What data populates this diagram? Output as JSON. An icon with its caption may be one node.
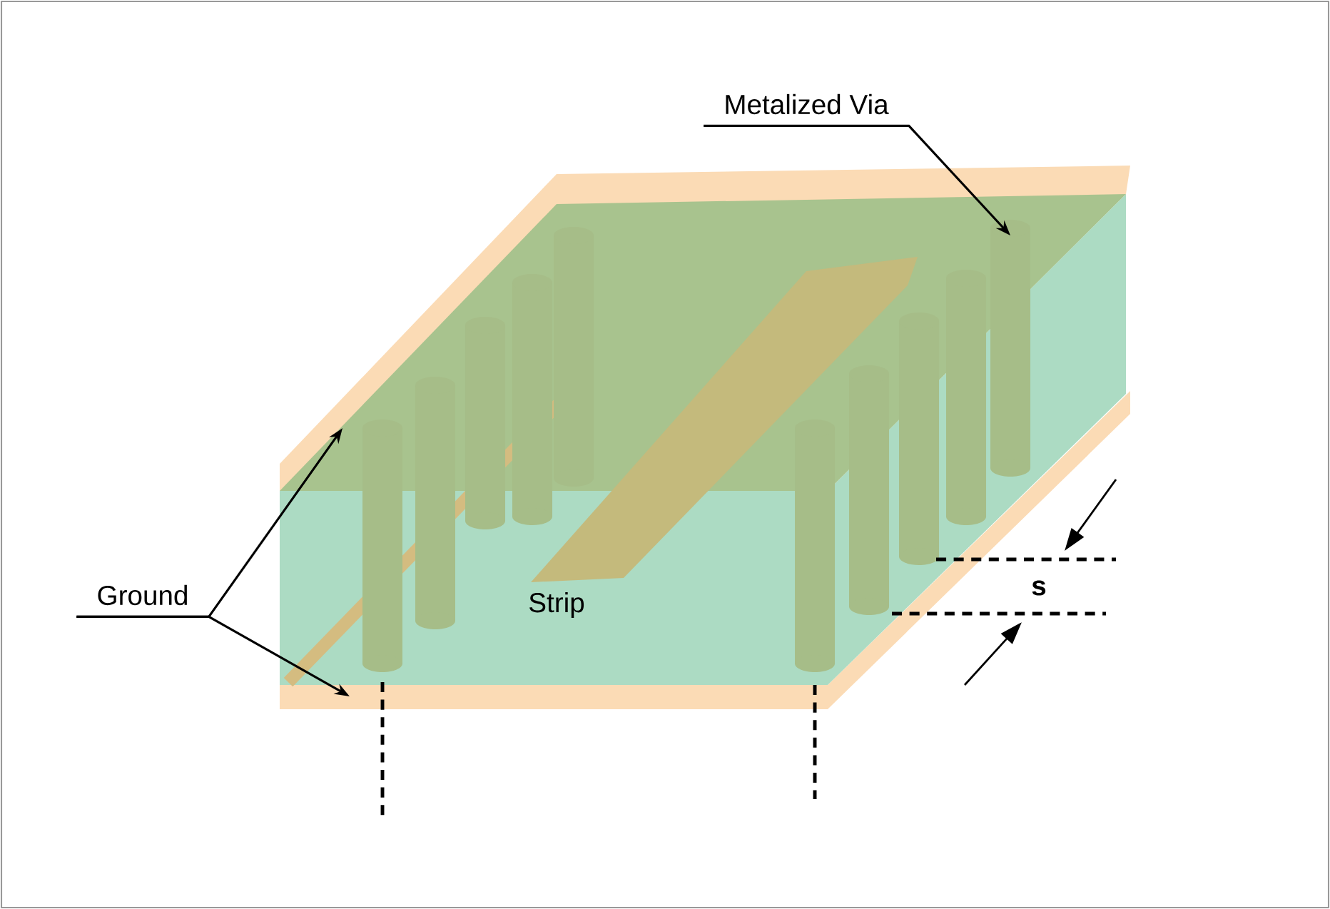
{
  "diagram": {
    "nodes": [
      {
        "text": [
          "Ground"
        ]
      },
      {
        "text": [],
        "shape": "box"
      },
      {
        "text": [],
        "shape": "box"
      },
      {
        "text": [
          "Metalized Via"
        ]
      },
      {
        "text": [],
        "shape": "cylinder"
      }
    ],
    "edges": [
      {
        "from": 0,
        "to": 1,
        "arrow": "to"
      },
      {
        "from": 0,
        "to": 2,
        "arrow": "to"
      },
      {
        "from": 3,
        "to": 4,
        "arrow": "to"
      }
    ],
    "labels": [
      "Strip",
      "s"
    ]
  }
}
